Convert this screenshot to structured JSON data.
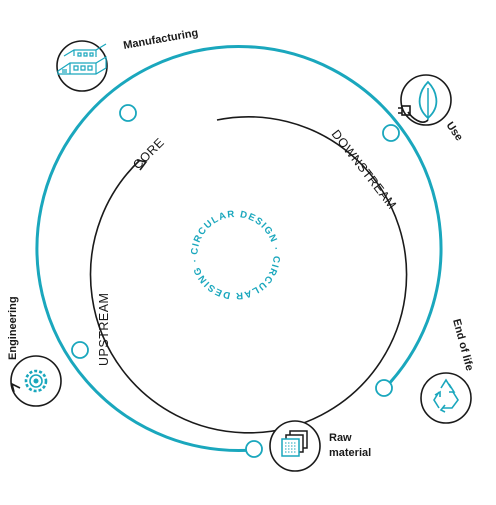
{
  "colors": {
    "teal": "#1aa7bd",
    "ink": "#1a1a1a"
  },
  "stages": {
    "manufacturing": {
      "label": "Manufacturing",
      "icon": "factory-icon"
    },
    "use": {
      "label": "Use",
      "icon": "plug-leaf-icon"
    },
    "end_of_life": {
      "label": "End of life",
      "icon": "recycle-icon"
    },
    "raw_material": {
      "label_line1": "Raw",
      "label_line2": "material",
      "icon": "material-sheets-icon"
    },
    "engineering": {
      "label": "Engineering",
      "icon": "gear-cycle-icon"
    }
  },
  "flow": {
    "core": "CORE",
    "downstream": "DOWNSTREAM",
    "upstream": "UPSTREAM"
  },
  "center": {
    "text": "CIRCULAR DESIGN · CIRCULAR DESING ·"
  }
}
